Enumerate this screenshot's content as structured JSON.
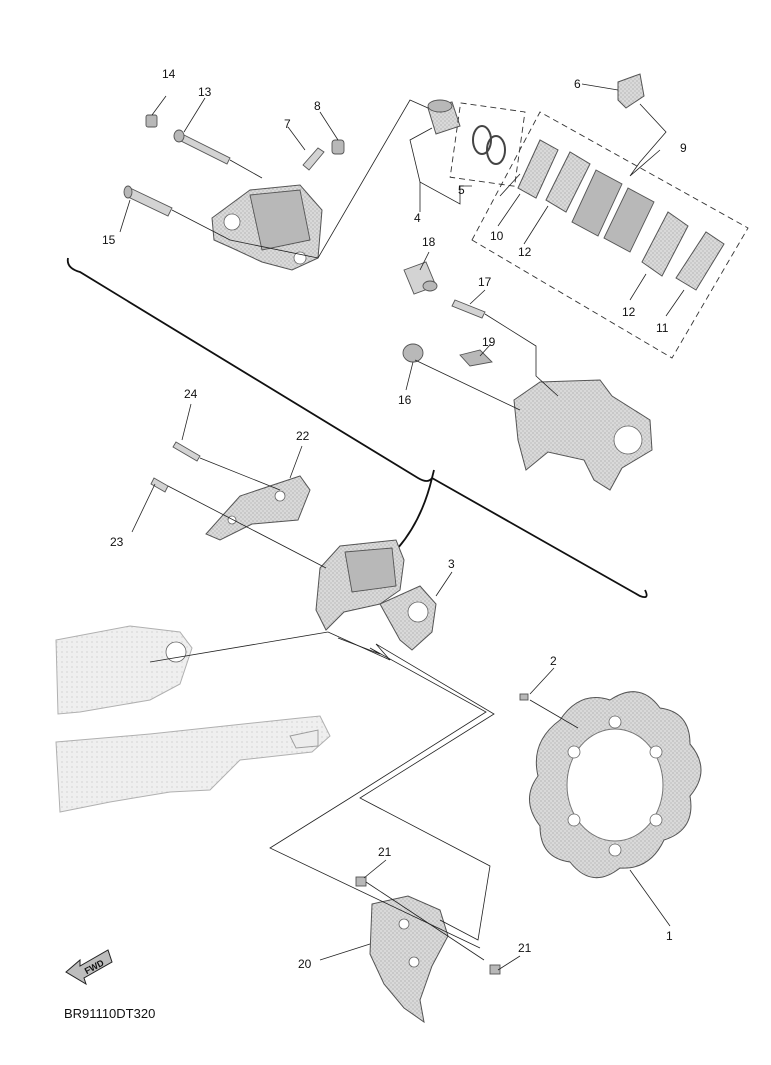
{
  "diagram_code": "BR91110DT320",
  "fwd_label": "FWD",
  "callouts": [
    "1",
    "2",
    "3",
    "4",
    "5",
    "6",
    "7",
    "8",
    "9",
    "10",
    "11",
    "12",
    "12",
    "13",
    "14",
    "15",
    "16",
    "17",
    "18",
    "19",
    "20",
    "21",
    "21",
    "22",
    "23",
    "24"
  ]
}
